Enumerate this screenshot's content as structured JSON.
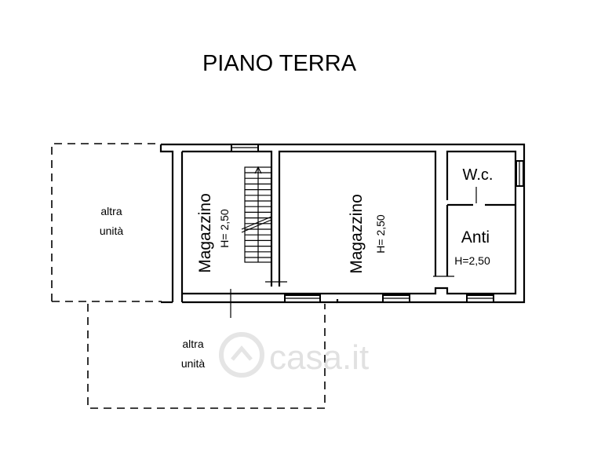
{
  "title": "PIANO TERRA",
  "rooms": {
    "magazzino_left": {
      "name": "Magazzino",
      "height": "H= 2,50"
    },
    "magazzino_center": {
      "name": "Magazzino",
      "height": "H= 2,50"
    },
    "wc": {
      "name": "W.c."
    },
    "anti": {
      "name": "Anti",
      "height": "H=2,50"
    }
  },
  "other_units": [
    {
      "line1": "altra",
      "line2": "unità"
    },
    {
      "line1": "altra",
      "line2": "unità"
    }
  ],
  "watermark": "casa.it"
}
